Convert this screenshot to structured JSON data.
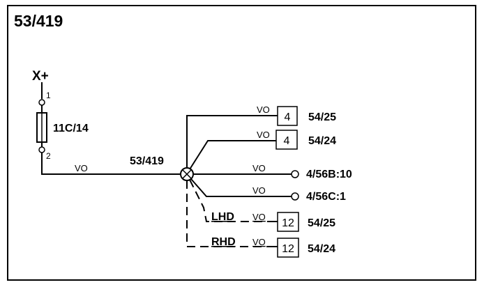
{
  "title": "53/419",
  "power": {
    "label": "X+",
    "pin_top": "1",
    "pin_bottom": "2"
  },
  "fuse": {
    "label": "11C/14"
  },
  "splice": {
    "label": "53/419"
  },
  "wire_color": "VO",
  "branches": [
    {
      "wire": "VO",
      "connector": "4",
      "destination": "54/25"
    },
    {
      "wire": "VO",
      "connector": "4",
      "destination": "54/24"
    },
    {
      "wire": "VO",
      "connector": "",
      "destination": "4/56B:10"
    },
    {
      "wire": "VO",
      "connector": "",
      "destination": "4/56C:1"
    },
    {
      "variant": "LHD",
      "wire": "VO",
      "connector": "12",
      "destination": "54/25"
    },
    {
      "variant": "RHD",
      "wire": "VO",
      "connector": "12",
      "destination": "54/24"
    }
  ]
}
